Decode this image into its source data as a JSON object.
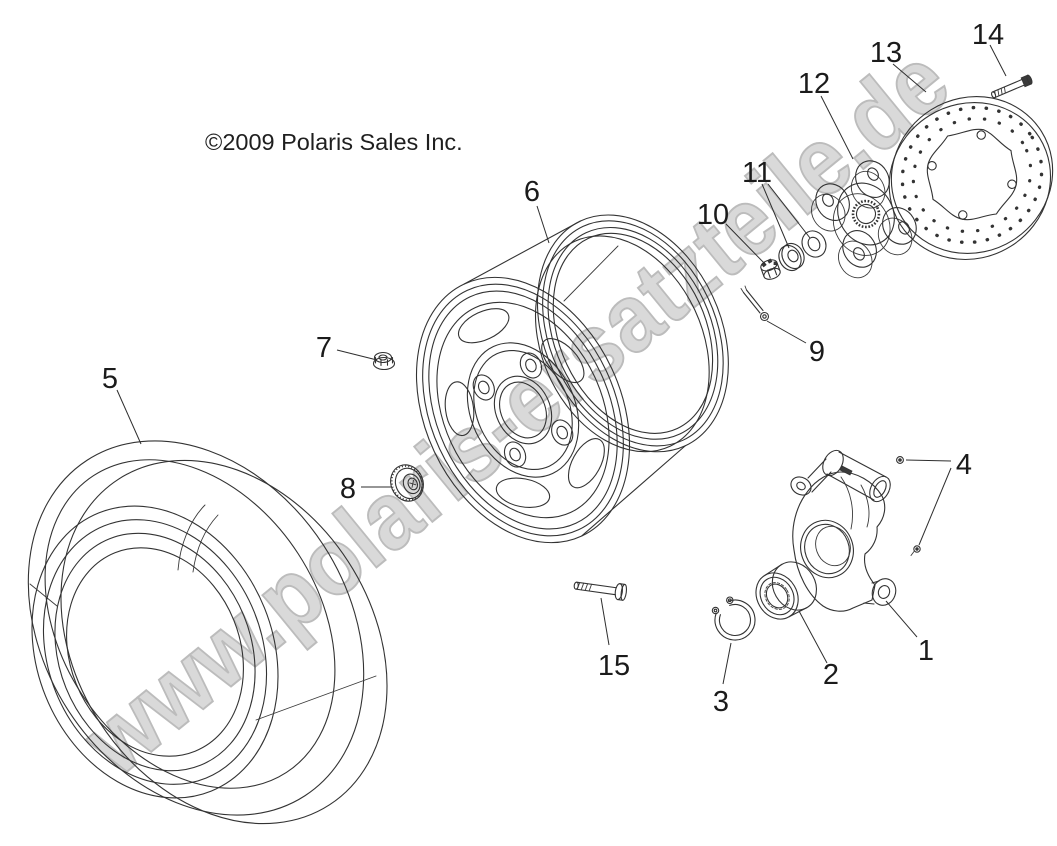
{
  "copyright": "©2009 Polaris Sales Inc.",
  "watermark": {
    "text": "www.polaris-ersatzteile.de",
    "fill": "#d9d9d9",
    "outline": "#bcbcbc"
  },
  "diagram": {
    "background": "#ffffff",
    "line_color": "#333333",
    "callouts": {
      "c1": "1",
      "c2": "2",
      "c3": "3",
      "c4": "4",
      "c5": "5",
      "c6": "6",
      "c7": "7",
      "c8": "8",
      "c9": "9",
      "c10": "10",
      "c11": "11",
      "c12": "12",
      "c13": "13",
      "c14": "14",
      "c15": "15"
    }
  }
}
